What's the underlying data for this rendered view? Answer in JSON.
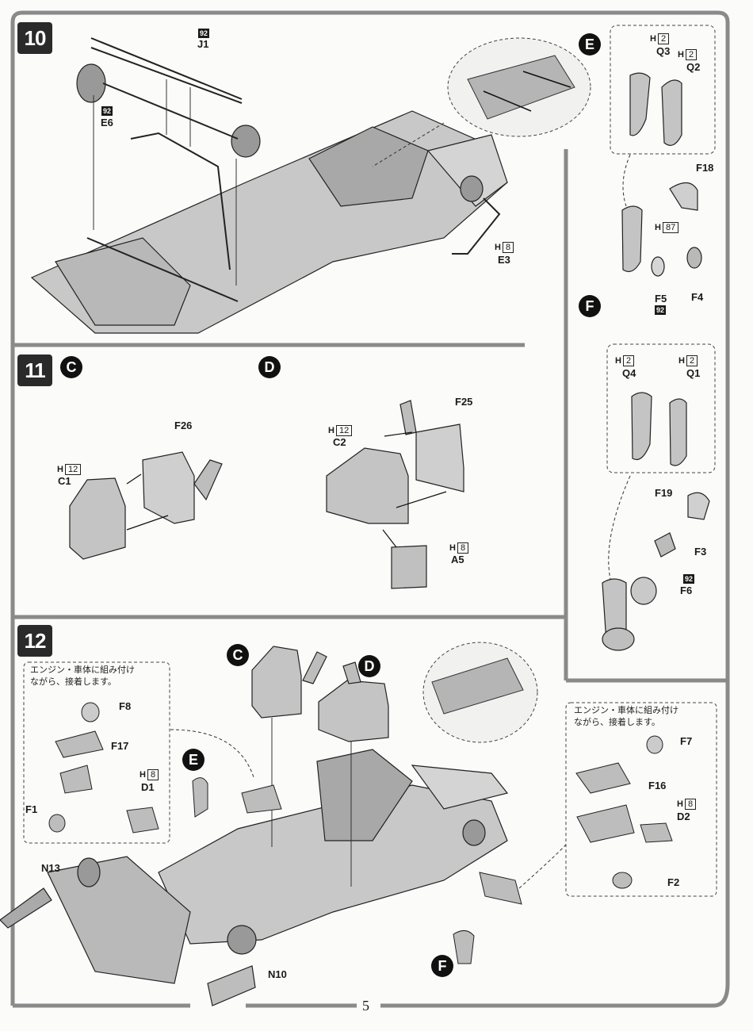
{
  "page": {
    "number": "5"
  },
  "colors": {
    "frame": "#8a8a8a",
    "part": "#c8c8c8",
    "partDark": "#9a9a9a",
    "ink": "#1a1a1a"
  },
  "step10": {
    "number": "10",
    "labels": {
      "j1": "J1",
      "e6": "E6",
      "e3": "E3"
    },
    "badges": {
      "j1": "92",
      "e6": "92"
    },
    "h_e3": {
      "prefix": "H",
      "num": "8"
    }
  },
  "step11": {
    "number": "11",
    "sub_c": "C",
    "sub_d": "D",
    "labels": {
      "f26": "F26",
      "c1": "C1",
      "f25": "F25",
      "c2": "C2",
      "a5": "A5"
    },
    "h_c1": {
      "prefix": "H",
      "num": "12"
    },
    "h_c2": {
      "prefix": "H",
      "num": "12"
    },
    "h_a5": {
      "prefix": "H",
      "num": "8"
    }
  },
  "sideE": {
    "sub": "E",
    "labels": {
      "q3": "Q3",
      "q2": "Q2",
      "f18": "F18",
      "f5": "F5",
      "f4": "F4"
    },
    "h_q3": {
      "prefix": "H",
      "num": "2"
    },
    "h_q2": {
      "prefix": "H",
      "num": "2"
    },
    "h_f18": {
      "prefix": "H",
      "num": "87"
    },
    "badge_f5": "92"
  },
  "sideF": {
    "sub": "F",
    "labels": {
      "q4": "Q4",
      "q1": "Q1",
      "f19": "F19",
      "f3": "F3",
      "f6": "F6"
    },
    "h_q4": {
      "prefix": "H",
      "num": "2"
    },
    "h_q1": {
      "prefix": "H",
      "num": "2"
    },
    "badge_f6": "92"
  },
  "step12": {
    "number": "12",
    "sub_c": "C",
    "sub_d": "D",
    "sub_e": "E",
    "sub_f": "F",
    "note_left": [
      "エンジン・車体に組み付け",
      "ながら、接着します。"
    ],
    "note_right": [
      "エンジン・車体に組み付け",
      "ながら、接着します。"
    ],
    "labels": {
      "f8": "F8",
      "f17": "F17",
      "d1": "D1",
      "f1": "F1",
      "n13": "N13",
      "n10": "N10",
      "f7": "F7",
      "f16": "F16",
      "d2": "D2",
      "f2": "F2"
    },
    "h_d1": {
      "prefix": "H",
      "num": "8"
    },
    "h_d2": {
      "prefix": "H",
      "num": "8"
    }
  }
}
